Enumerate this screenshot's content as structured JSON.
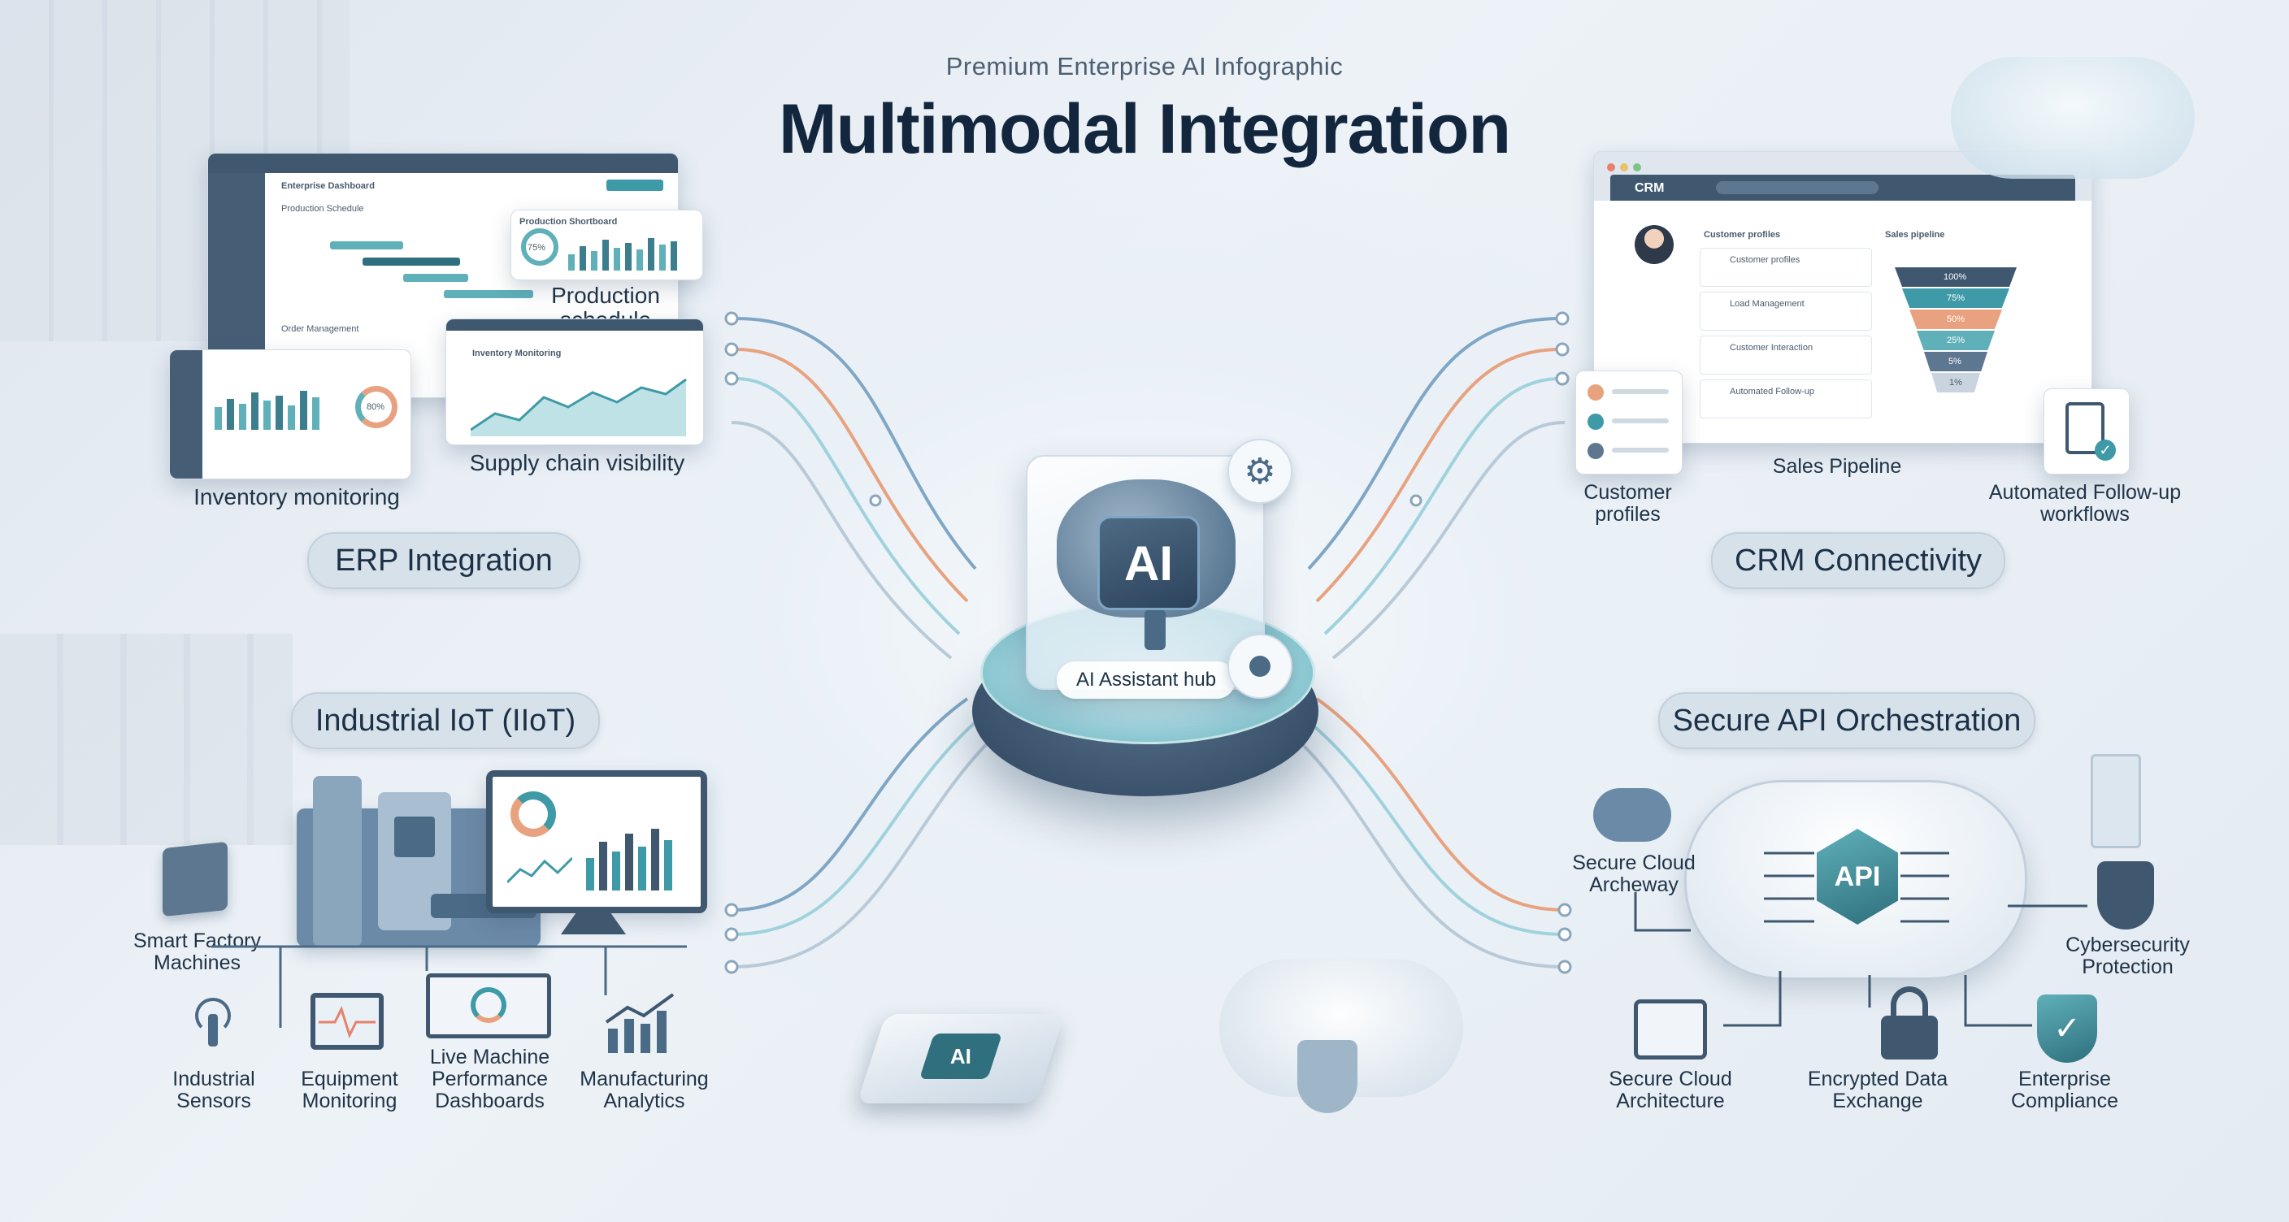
{
  "header": {
    "eyebrow": "Premium Enterprise AI Infographic",
    "title": "Multimodal Integration"
  },
  "hub": {
    "ai_label": "AI",
    "label": "AI Assistant hub",
    "device_label": "AI"
  },
  "erp": {
    "title": "ERP Integration",
    "dashboard_header": "Enterprise Dashboard",
    "dashboard_section_1": "Production Schedule",
    "dashboard_section_2": "Order Management",
    "shortboard_title": "Production Shortboard",
    "shortboard_value": "75%",
    "inventory_title": "Inventory Monitoring",
    "ring_value": "80%",
    "labels": {
      "production_schedule": "Production schedule",
      "supply_chain": "Supply chain visibility",
      "inventory": "Inventory monitoring"
    }
  },
  "crm": {
    "title": "CRM Connectivity",
    "app_name": "CRM",
    "profiles_header": "Customer profiles",
    "rows": [
      "Customer profiles",
      "Load Management",
      "Customer Interaction",
      "Automated Follow-up"
    ],
    "pipeline_header": "Sales pipeline",
    "funnel": [
      "100%",
      "75%",
      "50%",
      "25%",
      "5%",
      "1%"
    ],
    "labels": {
      "customer_profiles": "Customer profiles",
      "sales_pipeline": "Sales Pipeline",
      "followup": "Automated Follow-up workflows"
    }
  },
  "iiot": {
    "title": "Industrial IoT (IIoT)",
    "labels": {
      "smart_factory": "Smart Factory Machines",
      "sensors": "Industrial Sensors",
      "equipment": "Equipment Monitoring",
      "dashboards": "Live Machine Performance Dashboards",
      "analytics": "Manufacturing Analytics"
    }
  },
  "api": {
    "title": "Secure API Orchestration",
    "api_label": "API",
    "labels": {
      "cloud_archeway": "Secure Cloud Archeway",
      "cybersecurity": "Cybersecurity Protection",
      "architecture": "Secure Cloud Architecture",
      "encrypted": "Encrypted Data Exchange",
      "compliance": "Enterprise Compliance"
    }
  },
  "colors": {
    "teal": "#3d9aa6",
    "navy": "#2f4a64",
    "orange": "#e8a27f",
    "lightblue": "#9fd2dc"
  }
}
